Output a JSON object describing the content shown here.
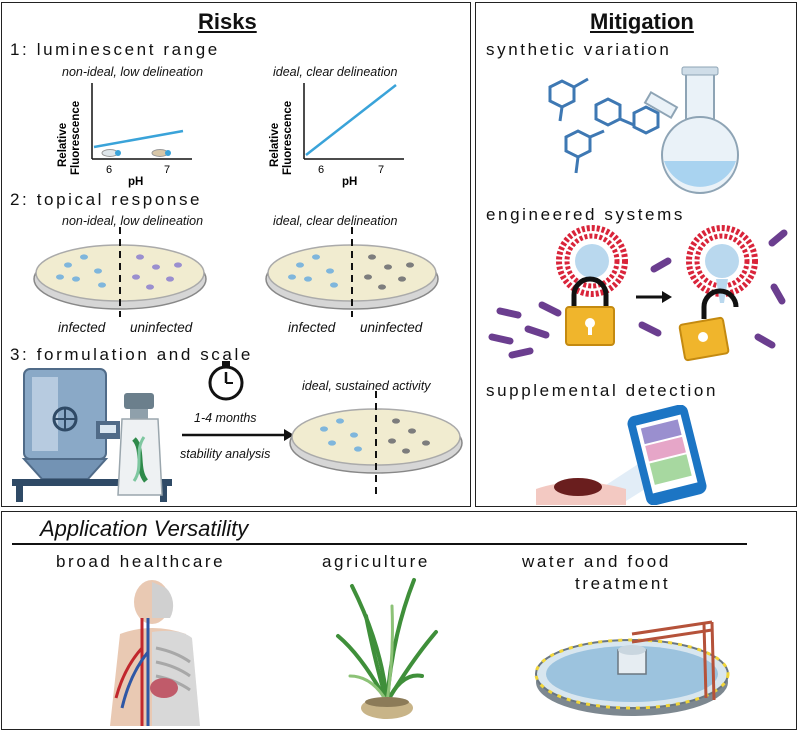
{
  "risks": {
    "title": "Risks",
    "luminescent": {
      "heading": "1: luminescent range",
      "left_caption": "non-ideal, low delineation",
      "right_caption": "ideal, clear delineation",
      "ylabel_line1": "Relative",
      "ylabel_line2": "Fluorescence",
      "xlabel": "pH",
      "tick_6": "6",
      "tick_7": "7"
    },
    "topical": {
      "heading": "2: topical response",
      "left_caption": "non-ideal, low delineation",
      "right_caption": "ideal, clear delineation",
      "infected": "infected",
      "uninfected": "uninfected"
    },
    "formulation": {
      "heading": "3: formulation and scale",
      "duration": "1-4 months",
      "analysis": "stability analysis",
      "result_caption": "ideal, sustained activity"
    }
  },
  "mitigation": {
    "title": "Mitigation",
    "items": [
      {
        "label": "synthetic variation"
      },
      {
        "label": "engineered systems"
      },
      {
        "label": "supplemental detection"
      }
    ]
  },
  "application": {
    "title": "Application Versatility",
    "items": [
      {
        "label": "broad healthcare"
      },
      {
        "label": "agriculture"
      },
      {
        "label": "water and food",
        "label2": "treatment"
      }
    ]
  },
  "colors": {
    "line": "#3aa3d9",
    "dish_agar": "#f1ecd0",
    "spot_blue": "#7fb6dc",
    "spot_purple": "#9a8fcf",
    "spot_gray": "#7d7d7d",
    "lock": "#f0b52c",
    "bacteria": "#6b3e8f",
    "liposome": "#d9243a"
  }
}
